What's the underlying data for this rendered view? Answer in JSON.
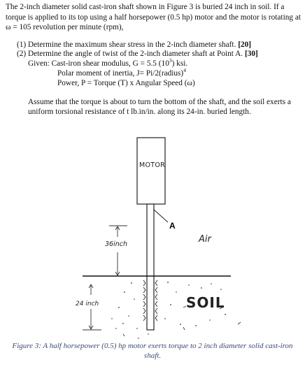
{
  "intro": {
    "part1": "The 2-inch diameter solid cast-iron shaft shown in Figure 3 is buried 24 inch in soil. If a torque is applied to its top using a half horsepower (0.5 hp) motor and the motor is rotating at ω = 105 revolution per minute (rpm),"
  },
  "questions": [
    {
      "text": "(1) Determine the maximum shear stress in the 2-inch diameter shaft.",
      "marks": "[20]"
    },
    {
      "text": "(2) Determine the angle of twist of the 2-inch diameter shaft at Point A.",
      "marks": "[30]"
    }
  ],
  "given": {
    "label": "Given: Cast-iron shear modulus, G = 5.5 (10",
    "label_exp": "3",
    "label_end": ") ksi.",
    "polar": "Polar moment of inertia, J= Pi/2(radius)",
    "polar_exp": "4",
    "power": "Power, P = Torque (T) x Angular Speed (ω)"
  },
  "assume": "Assume that the torque is about to turn the bottom of the shaft, and the soil exerts a uniform torsional resistance of t lb.in/in. along its 24-in. buried length.",
  "figure": {
    "motor_label": "MOTOR",
    "point_label": "A",
    "air_label": "Air",
    "upper_length": "36inch",
    "lower_length": "24 inch",
    "soil_label": "SOIL"
  },
  "caption": "Figure 3: A half horsepower (0.5) hp motor exerts torque to 2 inch diameter solid cast-iron shaft."
}
